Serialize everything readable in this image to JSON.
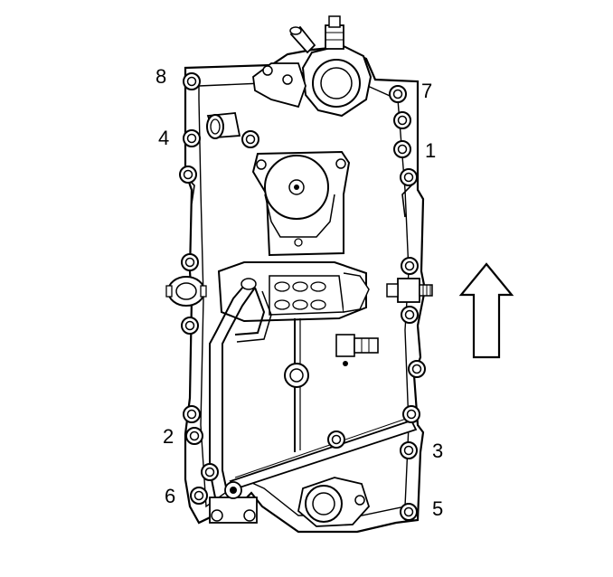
{
  "diagram": {
    "callouts": [
      {
        "id": "1",
        "label": "1"
      },
      {
        "id": "2",
        "label": "2"
      },
      {
        "id": "3",
        "label": "3"
      },
      {
        "id": "4",
        "label": "4"
      },
      {
        "id": "5",
        "label": "5"
      },
      {
        "id": "6",
        "label": "6"
      },
      {
        "id": "7",
        "label": "7"
      },
      {
        "id": "8",
        "label": "8"
      }
    ],
    "arrow": "front-direction-arrow"
  }
}
